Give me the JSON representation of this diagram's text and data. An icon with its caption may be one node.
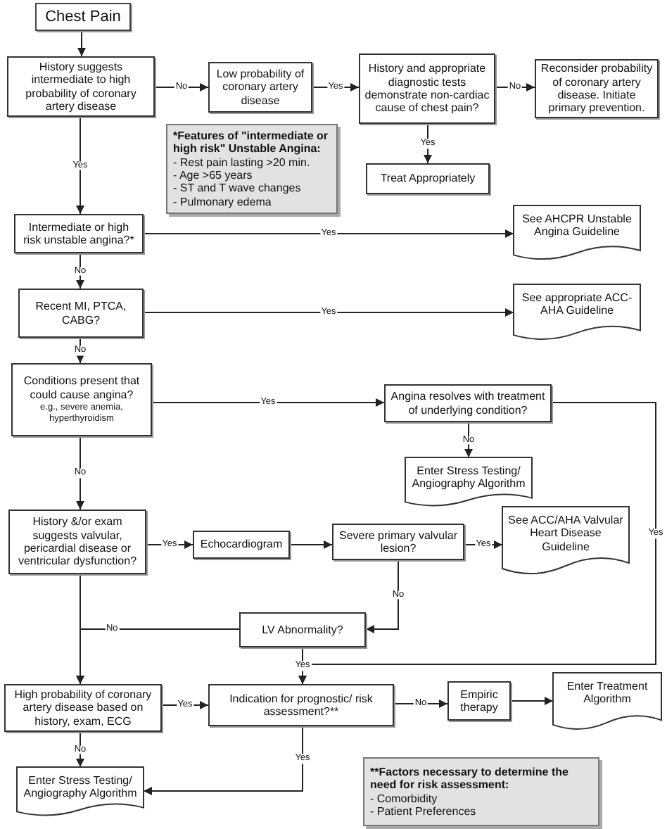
{
  "diagram": {
    "nodes": [
      {
        "text": [
          "Chest Pain"
        ]
      },
      {
        "text": [
          "History suggests intermediate to high probability of coronary artery disease"
        ]
      },
      {
        "text": [
          "Low probability of coronary artery disease"
        ]
      },
      {
        "text": [
          "History and appropriate diagnostic tests demonstrate non-cardiac cause of chest pain?"
        ]
      },
      {
        "text": [
          "Reconsider probability of coronary artery disease. Initiate primary prevention."
        ]
      },
      {
        "text": [
          "*Features of \"intermediate or high risk\" Unstable Angina:",
          "- Rest pain lasting >20 min.",
          "- Age >65 years",
          "- ST and T wave changes",
          "- Pulmonary edema"
        ]
      },
      {
        "text": [
          "Treat Appropriately"
        ]
      },
      {
        "text": [
          "Intermediate or high risk unstable angina?*"
        ]
      },
      {
        "text": [
          "See AHCPR Unstable Angina Guideline"
        ]
      },
      {
        "text": [
          "Recent MI, PTCA, CABG?"
        ]
      },
      {
        "text": [
          "See appropriate ACC-AHA Guideline"
        ]
      },
      {
        "text": [
          "Conditions present that could cause angina?",
          "e.g., severe anemia, hyperthyroidism"
        ]
      },
      {
        "text": [
          "Angina resolves with treatment of underlying condition?"
        ]
      },
      {
        "text": [
          "Enter Stress Testing/ Angiography Algorithm"
        ]
      },
      {
        "text": [
          "History &/or exam suggests valvular, pericardial disease or ventricular dysfunction?"
        ]
      },
      {
        "text": [
          "Echocardiogram"
        ]
      },
      {
        "text": [
          "Severe primary valvular lesion?"
        ]
      },
      {
        "text": [
          "See ACC/AHA Valvular Heart Disease Guideline"
        ]
      },
      {
        "text": [
          "LV Abnormality?"
        ]
      },
      {
        "text": [
          "High probability of coronary artery disease based on history, exam, ECG"
        ]
      },
      {
        "text": [
          "Indication for prognostic/ risk assessment?**"
        ]
      },
      {
        "text": [
          "Empiric therapy"
        ]
      },
      {
        "text": [
          "Enter Treatment Algorithm"
        ]
      },
      {
        "text": [
          "Enter Stress Testing/ Angiography Algorithm"
        ]
      },
      {
        "text": [
          "**Factors necessary to determine the need for risk assessment:",
          "- Comorbidity",
          "- Patient Preferences"
        ]
      }
    ],
    "edges": [
      {
        "from": 0,
        "to": 1,
        "arrow": "to"
      },
      {
        "from": 1,
        "to": 2,
        "arrow": "to",
        "label": "No"
      },
      {
        "from": 2,
        "to": 3,
        "arrow": "to",
        "label": "Yes"
      },
      {
        "from": 3,
        "to": 4,
        "arrow": "to",
        "label": "No"
      },
      {
        "from": 3,
        "to": 6,
        "arrow": "to",
        "label": "Yes"
      },
      {
        "from": 1,
        "to": 7,
        "arrow": "to",
        "label": "Yes"
      },
      {
        "from": 7,
        "to": 8,
        "arrow": "to",
        "label": "Yes"
      },
      {
        "from": 7,
        "to": 9,
        "arrow": "to",
        "label": "No"
      },
      {
        "from": 9,
        "to": 10,
        "arrow": "to",
        "label": "Yes"
      },
      {
        "from": 9,
        "to": 11,
        "arrow": "to",
        "label": "No"
      },
      {
        "from": 11,
        "to": 12,
        "arrow": "to",
        "label": "Yes"
      },
      {
        "from": 12,
        "to": 13,
        "arrow": "to",
        "label": "No"
      },
      {
        "from": 11,
        "to": 14,
        "arrow": "to",
        "label": "No"
      },
      {
        "from": 14,
        "to": 15,
        "arrow": "to",
        "label": "Yes"
      },
      {
        "from": 15,
        "to": 16,
        "arrow": "to"
      },
      {
        "from": 16,
        "to": 17,
        "arrow": "to",
        "label": "Yes"
      },
      {
        "from": 16,
        "to": 18,
        "arrow": "to",
        "label": "No"
      },
      {
        "from": 18,
        "to": 19,
        "arrow": "to",
        "label": "No"
      },
      {
        "from": 14,
        "to": 19,
        "arrow": "to"
      },
      {
        "from": 18,
        "to": 20,
        "arrow": "to",
        "label": "Yes"
      },
      {
        "from": 12,
        "to": 20,
        "arrow": "to",
        "label": "Yes"
      },
      {
        "from": 19,
        "to": 20,
        "arrow": "to",
        "label": "Yes"
      },
      {
        "from": 20,
        "to": 21,
        "arrow": "to",
        "label": "No"
      },
      {
        "from": 21,
        "to": 22,
        "arrow": "to"
      },
      {
        "from": 19,
        "to": 23,
        "arrow": "to",
        "label": "No"
      },
      {
        "from": 20,
        "to": 23,
        "arrow": "to",
        "label": "Yes"
      }
    ]
  }
}
